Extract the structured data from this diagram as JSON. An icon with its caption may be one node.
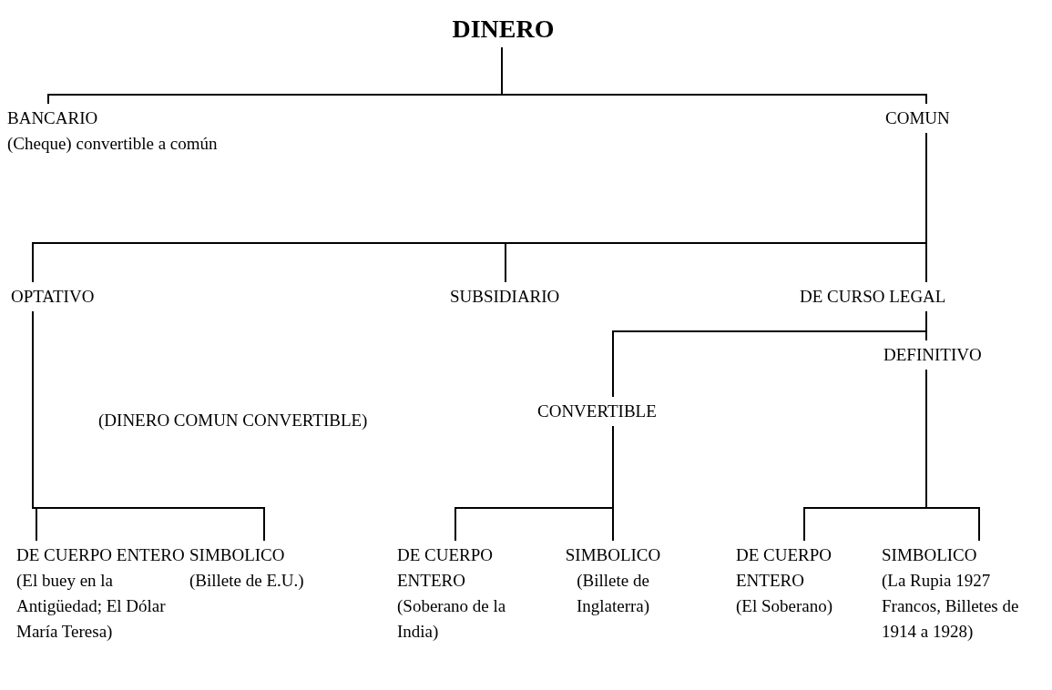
{
  "diagram": {
    "nodes": [
      {
        "text": [
          "DINERO"
        ]
      },
      {
        "text": [
          "BANCARIO",
          "(Cheque) convertible a común"
        ]
      },
      {
        "text": [
          "COMUN"
        ]
      },
      {
        "text": [
          "OPTATIVO"
        ]
      },
      {
        "text": [
          "SUBSIDIARIO"
        ]
      },
      {
        "text": [
          "DE CURSO LEGAL"
        ]
      },
      {
        "text": [
          "CONVERTIBLE"
        ]
      },
      {
        "text": [
          "DEFINITIVO"
        ]
      },
      {
        "text": [
          "DE CUERPO ENTERO",
          "(El buey en la Antigüedad; El Dólar María Teresa)"
        ]
      },
      {
        "text": [
          "SIMBOLICO",
          "(Billete de E.U.)"
        ]
      },
      {
        "text": [
          "DE CUERPO ENTERO",
          "(Soberano de la India)"
        ]
      },
      {
        "text": [
          "SIMBOLICO",
          "(Billete de Inglaterra)"
        ]
      },
      {
        "text": [
          "DE CUERPO ENTERO",
          "(El Soberano)"
        ]
      },
      {
        "text": [
          "SIMBOLICO",
          "(La Rupia 1927 Francos, Billetes de 1914 a 1928)"
        ]
      }
    ],
    "edges": [
      {
        "from": 0,
        "to": 1,
        "arrow": "none"
      },
      {
        "from": 0,
        "to": 2,
        "arrow": "none"
      },
      {
        "from": 2,
        "to": 3,
        "arrow": "none"
      },
      {
        "from": 2,
        "to": 4,
        "arrow": "none"
      },
      {
        "from": 2,
        "to": 5,
        "arrow": "none"
      },
      {
        "from": 5,
        "to": 6,
        "arrow": "none"
      },
      {
        "from": 5,
        "to": 7,
        "arrow": "none"
      },
      {
        "from": 3,
        "to": 8,
        "arrow": "none"
      },
      {
        "from": 3,
        "to": 9,
        "arrow": "none"
      },
      {
        "from": 6,
        "to": 10,
        "arrow": "none"
      },
      {
        "from": 6,
        "to": 11,
        "arrow": "none"
      },
      {
        "from": 7,
        "to": 12,
        "arrow": "none"
      },
      {
        "from": 7,
        "to": 13,
        "arrow": "none"
      }
    ],
    "labels": [
      "(DINERO COMUN CONVERTIBLE)"
    ]
  }
}
